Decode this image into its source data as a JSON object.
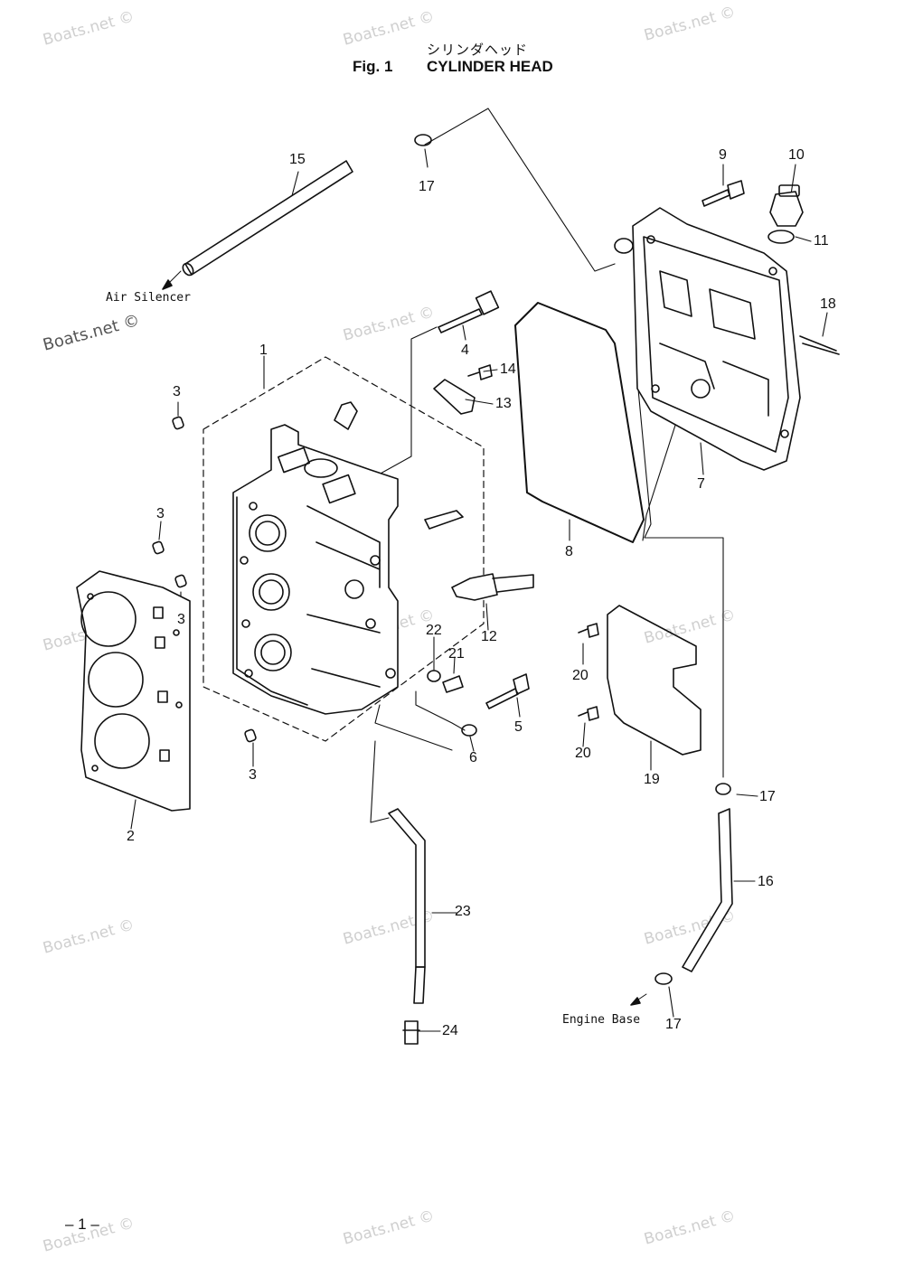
{
  "title": {
    "japanese": "シリンダヘッド",
    "fig": "Fig. 1",
    "name": "CYLINDER HEAD"
  },
  "watermark": "Boats.net ©",
  "notes": {
    "air_silencer": "Air  Silencer",
    "engine_base": "Engine Base"
  },
  "page_number": "– 1 –",
  "parts": {
    "p1": "1",
    "p2": "2",
    "p3a": "3",
    "p3b": "3",
    "p3c": "3",
    "p3d": "3",
    "p4": "4",
    "p5": "5",
    "p6": "6",
    "p7": "7",
    "p8": "8",
    "p9": "9",
    "p10": "10",
    "p11": "11",
    "p12": "12",
    "p13": "13",
    "p14": "14",
    "p15": "15",
    "p16": "16",
    "p17a": "17",
    "p17b": "17",
    "p17c": "17",
    "p18": "18",
    "p19": "19",
    "p20a": "20",
    "p20b": "20",
    "p21": "21",
    "p22": "22",
    "p23": "23",
    "p24": "24"
  }
}
